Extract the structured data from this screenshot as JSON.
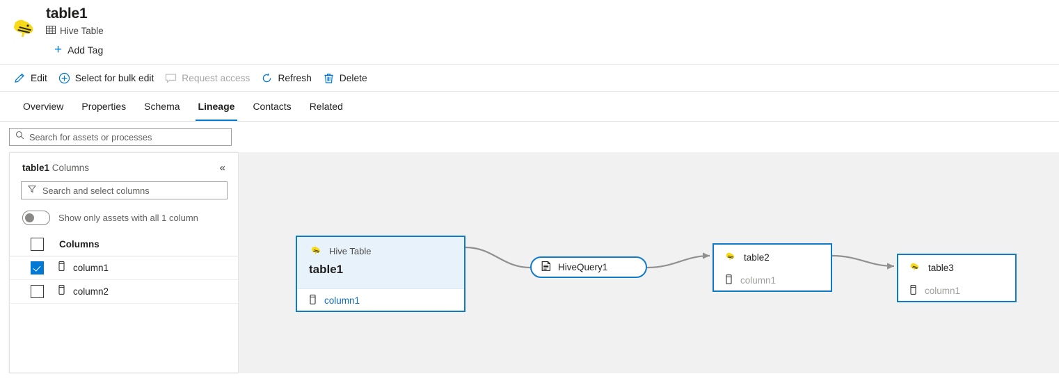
{
  "header": {
    "logo_icon": "hive-elephant-logo",
    "title": "table1",
    "type_icon": "table-grid-icon",
    "type_label": "Hive Table",
    "add_tag_label": "Add Tag",
    "add_tag_icon": "plus-icon"
  },
  "command_bar": {
    "items": [
      {
        "label": "Edit",
        "icon": "pencil-icon",
        "disabled": false
      },
      {
        "label": "Select for bulk edit",
        "icon": "circle-plus-icon",
        "disabled": false
      },
      {
        "label": "Request access",
        "icon": "comment-icon",
        "disabled": true
      },
      {
        "label": "Refresh",
        "icon": "refresh-icon",
        "disabled": false
      },
      {
        "label": "Delete",
        "icon": "trash-icon",
        "disabled": false
      }
    ]
  },
  "tabs": {
    "items": [
      {
        "label": "Overview",
        "active": false
      },
      {
        "label": "Properties",
        "active": false
      },
      {
        "label": "Schema",
        "active": false
      },
      {
        "label": "Lineage",
        "active": true
      },
      {
        "label": "Contacts",
        "active": false
      },
      {
        "label": "Related",
        "active": false
      }
    ]
  },
  "asset_search": {
    "icon": "search-icon",
    "placeholder": "Search for assets or processes",
    "value": ""
  },
  "columns_panel": {
    "title_asset": "table1",
    "title_suffix": " Columns",
    "collapse_icon": "double-chevron-left-icon",
    "search": {
      "icon": "filter-icon",
      "placeholder": "Search and select columns",
      "value": ""
    },
    "toggle": {
      "label": "Show only assets with all 1 column",
      "checked": false
    },
    "list_header": {
      "label": "Columns",
      "checked": false
    },
    "rows": [
      {
        "label": "column1",
        "checked": true,
        "icon": "column-icon"
      },
      {
        "label": "column2",
        "checked": false,
        "icon": "column-icon"
      }
    ]
  },
  "lineage": {
    "accent_color": "#0f7ac8",
    "canvas_bg": "#f1f1f1",
    "edge_color": "#909090",
    "nodes": {
      "main": {
        "type_icon": "hive-elephant-logo",
        "type_label": "Hive Table",
        "name": "table1",
        "column_icon": "column-icon",
        "column_label": "column1"
      },
      "process": {
        "icon": "process-document-icon",
        "name": "HiveQuery1"
      },
      "table2": {
        "icon": "hive-elephant-logo",
        "name": "table2",
        "column_icon": "column-icon",
        "column_label": "column1"
      },
      "table3": {
        "icon": "hive-elephant-logo",
        "name": "table3",
        "column_icon": "column-icon",
        "column_label": "column1"
      }
    }
  }
}
